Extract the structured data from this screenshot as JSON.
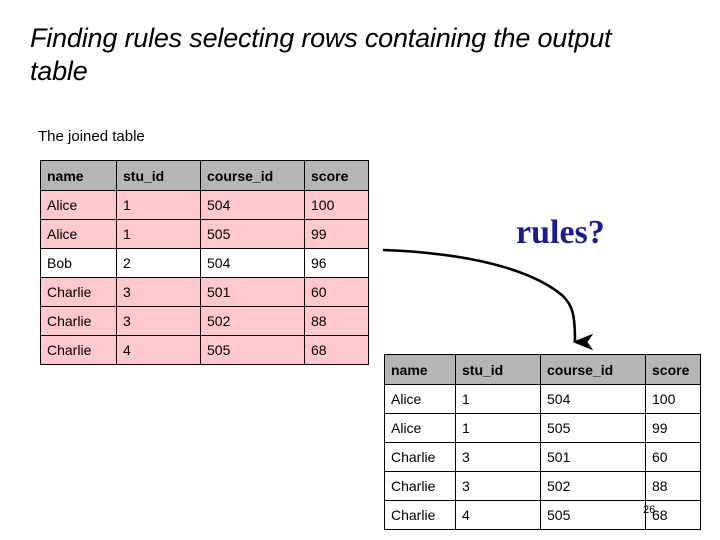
{
  "slide": {
    "title": "Finding rules selecting rows containing the output table",
    "page_number": "26"
  },
  "joined_section": {
    "caption": "The joined table",
    "columns": [
      "name",
      "stu_id",
      "course_id",
      "score"
    ],
    "rows": [
      {
        "name": "Alice",
        "stu_id": "1",
        "course_id": "504",
        "score": "100",
        "highlight": true
      },
      {
        "name": "Alice",
        "stu_id": "1",
        "course_id": "505",
        "score": "99",
        "highlight": true
      },
      {
        "name": "Bob",
        "stu_id": "2",
        "course_id": "504",
        "score": "96",
        "highlight": false
      },
      {
        "name": "Charlie",
        "stu_id": "3",
        "course_id": "501",
        "score": "60",
        "highlight": true
      },
      {
        "name": "Charlie",
        "stu_id": "3",
        "course_id": "502",
        "score": "88",
        "highlight": true
      },
      {
        "name": "Charlie",
        "stu_id": "4",
        "course_id": "505",
        "score": "68",
        "highlight": true
      }
    ]
  },
  "annotation": {
    "label": "rules?",
    "label_color": "#1b1b8f",
    "arrow": "curved-arrow-down"
  },
  "output_section": {
    "columns": [
      "name",
      "stu_id",
      "course_id",
      "score"
    ],
    "rows": [
      {
        "name": "Alice",
        "stu_id": "1",
        "course_id": "504",
        "score": "100"
      },
      {
        "name": "Alice",
        "stu_id": "1",
        "course_id": "505",
        "score": "99"
      },
      {
        "name": "Charlie",
        "stu_id": "3",
        "course_id": "501",
        "score": "60"
      },
      {
        "name": "Charlie",
        "stu_id": "3",
        "course_id": "502",
        "score": "88"
      },
      {
        "name": "Charlie",
        "stu_id": "4",
        "course_id": "505",
        "score": "68"
      }
    ]
  },
  "colors": {
    "header_gray": "#b5b5b5",
    "row_pink": "#ffc8cd",
    "row_white": "#ffffff",
    "text": "#000000"
  }
}
